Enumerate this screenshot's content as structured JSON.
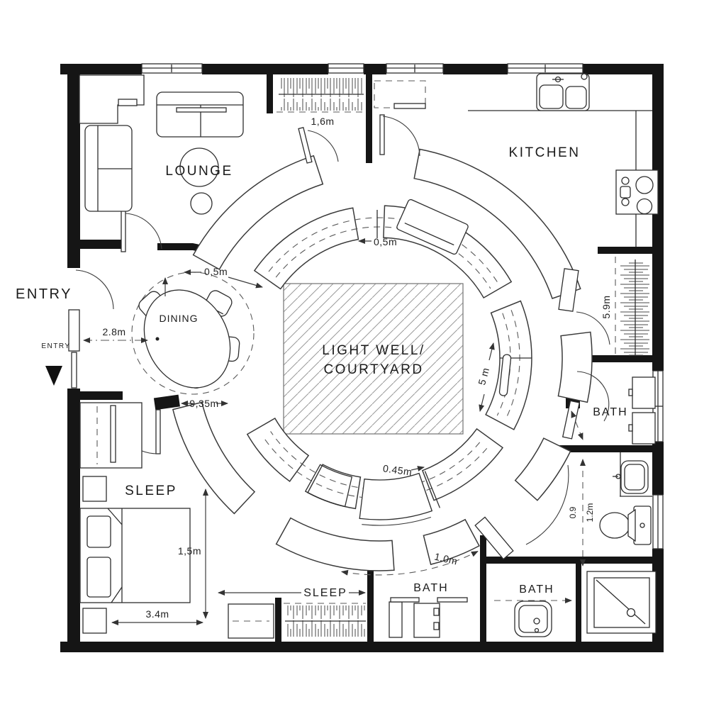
{
  "plan": {
    "rooms": {
      "lounge": "LOUNGE",
      "kitchen": "KITCHEN",
      "dining": "DINING",
      "courtyard_line1": "LIGHT WELL/",
      "courtyard_line2": "COURTYARD",
      "bath_east": "BATH",
      "sleep_main": "SLEEP",
      "sleep_second": "SLEEP",
      "bath_center": "BATH",
      "bath_south": "BATH",
      "entry_large": "ENTRY",
      "entry_small": "ENTRY"
    },
    "dims": {
      "closet_top": "1,6m",
      "ring_top": "0,5m",
      "dining_offset": "0,5m",
      "entry_dining": "2.8m",
      "dining_width": "9,35m",
      "sleep_depth": "1,5m",
      "sleep_width": "3.4m",
      "ring_bottom": "0.45m",
      "bath_center_width": "1.0m",
      "pantry_length": "5.9m",
      "ring_east": "5 m",
      "bath_east_a": "0.9",
      "bath_east_b": "1.2m"
    },
    "colors": {
      "ink": "#151515",
      "hatch": "#9a9a9a",
      "paper": "#ffffff"
    }
  }
}
